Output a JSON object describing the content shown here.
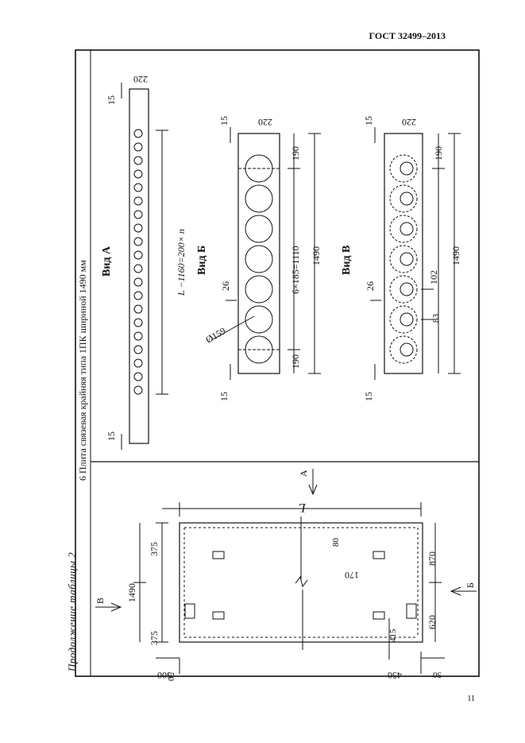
{
  "header": {
    "standard": "ГОСТ 32499–2013"
  },
  "side_caption": "Продолжение таблицы 2",
  "table": {
    "row_title": "6 Плита связевая крайняя типа 1ПК шириной 1490 мм"
  },
  "plan": {
    "dims": {
      "d375a": "375",
      "d375b": "375",
      "d1490": "1490",
      "d500": "500",
      "d50a": "50",
      "d80": "80",
      "d170": "170",
      "d415": "415",
      "d450": "450",
      "d50b": "50",
      "d620": "620",
      "d870": "870",
      "dL": "L"
    },
    "arrows": {
      "a": "А",
      "b": "Б",
      "v": "В"
    }
  },
  "view_a": {
    "title": "Вид А",
    "dims": {
      "d15a": "15",
      "d15b": "15",
      "d220": "220",
      "dlen": "L −1160=200× n"
    }
  },
  "view_b": {
    "title": "Вид Б",
    "dims": {
      "d15a": "15",
      "d15b": "15",
      "d220": "220",
      "d190a": "190",
      "d190b": "190",
      "d1110": "6×185=1110",
      "d1490": "1490",
      "d26": "26",
      "dia": "Ø159"
    }
  },
  "view_v": {
    "title": "Вид В",
    "dims": {
      "d15a": "15",
      "d15b": "15",
      "d220": "220",
      "d190": "190",
      "d1490": "1490",
      "d26": "26",
      "d102": "102",
      "d83": "83"
    }
  },
  "footer": {
    "page": "11"
  }
}
